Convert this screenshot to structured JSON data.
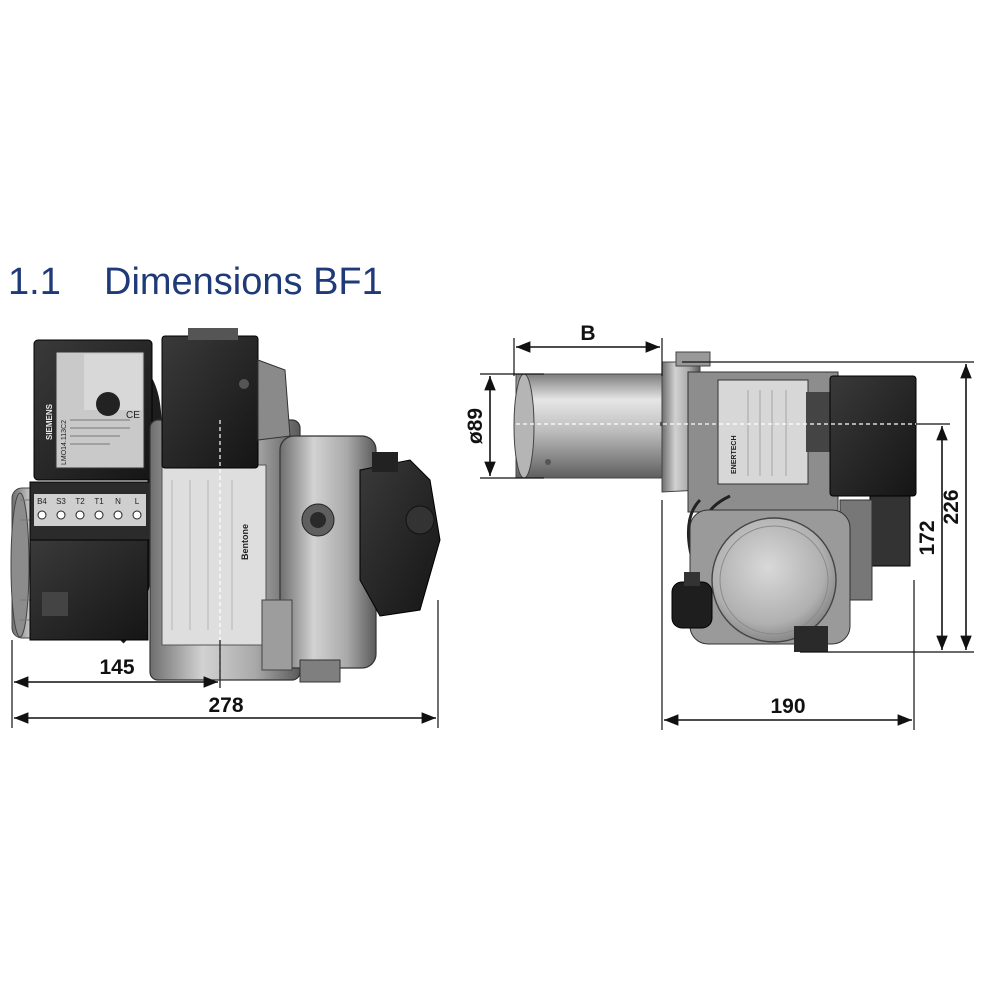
{
  "heading": {
    "number": "1.1",
    "title": "Dimensions BF1"
  },
  "labels": {
    "control_box_brand": "SIEMENS",
    "control_box_model": "LMO14.113C2",
    "terminals": [
      "B4",
      "S3",
      "T2",
      "T1",
      "N",
      "L"
    ],
    "valve_brand": "Bentone",
    "front_badge": "ENERTECH"
  },
  "dimensions": {
    "side_distance": "145",
    "side_length": "278",
    "tube_length": "B",
    "tube_diameter": "ø89",
    "axis_height": "172",
    "overall_height": "226",
    "front_width": "190"
  },
  "colors": {
    "heading": "#1f3a78",
    "dimension": "#111111",
    "housing": "#9a9a9a",
    "dark_part": "#2a2a2a"
  }
}
